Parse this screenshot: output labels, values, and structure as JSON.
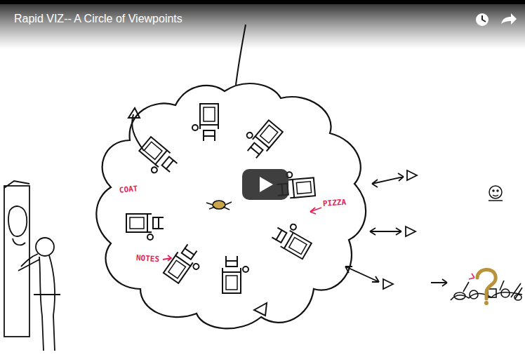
{
  "diagram": {
    "title": "Rapid VIZ-- A Circle of Viewpoints",
    "labels": [
      "COAT",
      "PIZZA",
      "NOTES"
    ]
  }
}
